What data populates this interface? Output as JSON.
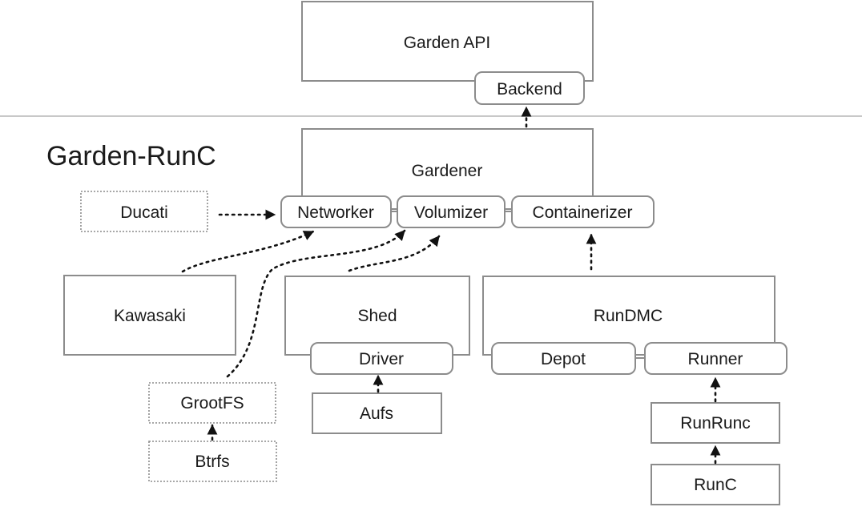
{
  "section_title": "Garden-RunC",
  "nodes": {
    "garden_api": "Garden API",
    "backend": "Backend",
    "gardener": "Gardener",
    "networker": "Networker",
    "volumizer": "Volumizer",
    "containerizer": "Containerizer",
    "ducati": "Ducati",
    "kawasaki": "Kawasaki",
    "shed": "Shed",
    "driver": "Driver",
    "aufs": "Aufs",
    "rundmc": "RunDMC",
    "depot": "Depot",
    "runner": "Runner",
    "runrunc": "RunRunc",
    "runc": "RunC",
    "grootfs": "GrootFS",
    "btrfs": "Btrfs"
  },
  "colors": {
    "box_stroke": "#8c8c8c",
    "arrow": "#111111",
    "separator": "#c8c8c8"
  }
}
